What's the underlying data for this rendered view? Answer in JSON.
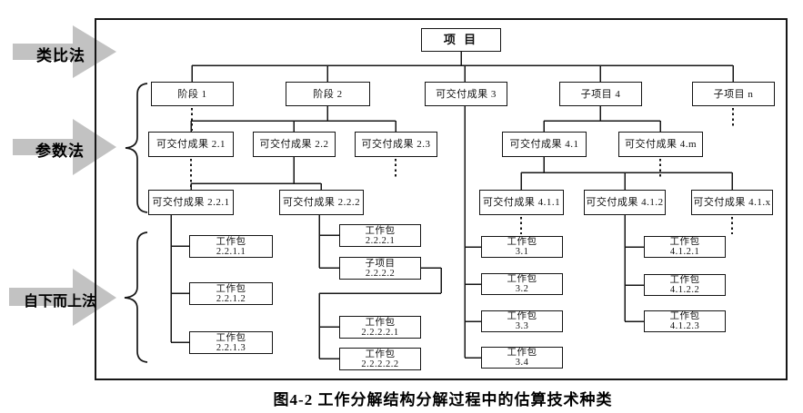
{
  "figure": {
    "caption": "图4-2  工作分解结构分解过程中的估算技术种类"
  },
  "methods": [
    {
      "id": "analogy",
      "label": "类比法"
    },
    {
      "id": "parametric",
      "label": "参数法"
    },
    {
      "id": "bottom_up",
      "label": "自下而上法"
    }
  ],
  "colors": {
    "arrow_gray": "#c2c2c2",
    "line_black": "#161616",
    "box_fill": "#ffffff"
  },
  "nodes": [
    {
      "id": "project",
      "label": "项 目",
      "bold": true
    },
    {
      "id": "stage1",
      "label": "阶段 1"
    },
    {
      "id": "stage2",
      "label": "阶段 2"
    },
    {
      "id": "deliv3",
      "label": "可交付成果 3"
    },
    {
      "id": "subproj4",
      "label": "子项目 4"
    },
    {
      "id": "subprojn",
      "label": "子项目 n"
    },
    {
      "id": "d21",
      "label": "可交付成果 2.1"
    },
    {
      "id": "d22",
      "label": "可交付成果 2.2"
    },
    {
      "id": "d23",
      "label": "可交付成果 2.3"
    },
    {
      "id": "d41",
      "label": "可交付成果 4.1"
    },
    {
      "id": "d4m",
      "label": "可交付成果 4.m"
    },
    {
      "id": "d221",
      "label": "可交付成果 2.2.1"
    },
    {
      "id": "d222",
      "label": "可交付成果 2.2.2"
    },
    {
      "id": "d411",
      "label": "可交付成果 4.1.1"
    },
    {
      "id": "d412",
      "label": "可交付成果 4.1.2"
    },
    {
      "id": "d41x",
      "label": "可交付成果 4.1.x"
    },
    {
      "id": "wp2211",
      "label": "工作包",
      "line2": "2.2.1.1"
    },
    {
      "id": "wp2212",
      "label": "工作包",
      "line2": "2.2.1.2"
    },
    {
      "id": "wp2213",
      "label": "工作包",
      "line2": "2.2.1.3"
    },
    {
      "id": "wp2221",
      "label": "工作包",
      "line2": "2.2.2.1"
    },
    {
      "id": "sp2222",
      "label": "子项目",
      "line2": "2.2.2.2"
    },
    {
      "id": "wp22221",
      "label": "工作包",
      "line2": "2.2.2.2.1"
    },
    {
      "id": "wp22222",
      "label": "工作包",
      "line2": "2.2.2.2.2"
    },
    {
      "id": "wp31",
      "label": "工作包",
      "line2": "3.1"
    },
    {
      "id": "wp32",
      "label": "工作包",
      "line2": "3.2"
    },
    {
      "id": "wp33",
      "label": "工作包",
      "line2": "3.3"
    },
    {
      "id": "wp34",
      "label": "工作包",
      "line2": "3.4"
    },
    {
      "id": "wp4121",
      "label": "工作包",
      "line2": "4.1.2.1"
    },
    {
      "id": "wp4122",
      "label": "工作包",
      "line2": "4.1.2.2"
    },
    {
      "id": "wp4123",
      "label": "工作包",
      "line2": "4.1.2.3"
    }
  ]
}
